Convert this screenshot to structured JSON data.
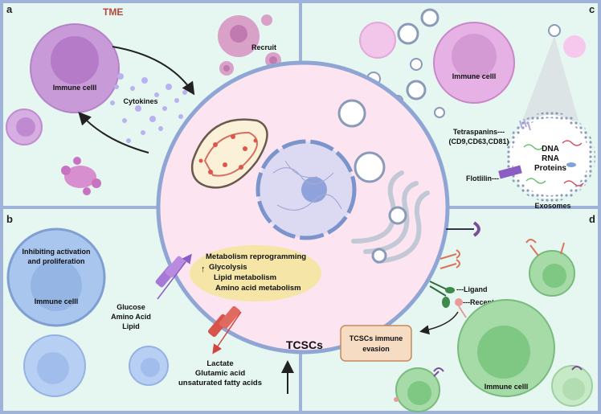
{
  "panels": {
    "a": {
      "letter": "a",
      "tme_label": "TME",
      "immune_cell_label": "Immune celll",
      "cytokines_label": "Cytokines",
      "recruit_label": "Recruit"
    },
    "b": {
      "letter": "b",
      "inhibit_line1": "Inhibiting activation",
      "inhibit_line2": "and proliferation",
      "immune_cell_label": "Immune celll",
      "nutrients": [
        "Glucose",
        "Amino Acid",
        "Lipid"
      ]
    },
    "c": {
      "letter": "c",
      "immune_cell_label": "Immune celll",
      "tetraspanins_line1": "Tetraspanins---",
      "tetraspanins_line2": "(CD9,CD63,CD81)",
      "flotillin_label": "Flotlilin---",
      "cargo": [
        "DNA",
        "RNA",
        "Proteins"
      ],
      "exosomes_label": "Exosomes"
    },
    "d": {
      "letter": "d",
      "ligand_label": "---Ligand",
      "receptor_label": "---Receptor",
      "evasion_line1": "TCSCs immune",
      "evasion_line2": "evasion",
      "immune_cell_label": "Immune celll"
    }
  },
  "center": {
    "title": "TCSCs",
    "metabolism_title": "Metabolism reprogramming",
    "metabolism_up_arrow": "↑",
    "metabolism_items": [
      "Glycolysis",
      "Lipid metabolism",
      "Amino acid metabolism"
    ],
    "outputs": [
      "Lactate",
      "Glutamic acid",
      "unsaturated fatty acids"
    ]
  },
  "colors": {
    "panel_bg": "#e6f6f1",
    "panel_border": "#9fb3d9",
    "center_fill": "#fce4f0",
    "immune_purple": "#c99ad8",
    "blue_cell": "#a9c6ee",
    "green_cell": "#8fcf95",
    "tme_red": "#b5483e",
    "metabolism_box": "#f5e6a8",
    "evasion_box": "#f6dcc2"
  }
}
